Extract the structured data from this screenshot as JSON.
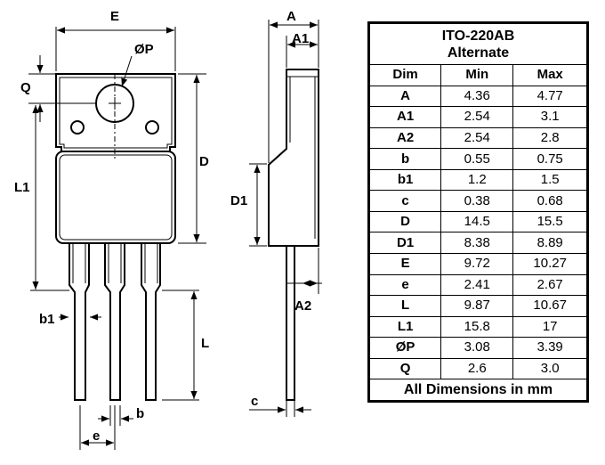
{
  "labels": {
    "E": "E",
    "P": "ØP",
    "Q": "Q",
    "L1": "L1",
    "D": "D",
    "b1": "b1",
    "L": "L",
    "e": "e",
    "b": "b",
    "A": "A",
    "A1": "A1",
    "D1": "D1",
    "A2": "A2",
    "c": "c"
  },
  "table": {
    "title_line1": "ITO-220AB",
    "title_line2": "Alternate",
    "headers": [
      "Dim",
      "Min",
      "Max"
    ],
    "rows": [
      {
        "dim": "A",
        "min": "4.36",
        "max": "4.77"
      },
      {
        "dim": "A1",
        "min": "2.54",
        "max": "3.1"
      },
      {
        "dim": "A2",
        "min": "2.54",
        "max": "2.8"
      },
      {
        "dim": "b",
        "min": "0.55",
        "max": "0.75"
      },
      {
        "dim": "b1",
        "min": "1.2",
        "max": "1.5"
      },
      {
        "dim": "c",
        "min": "0.38",
        "max": "0.68"
      },
      {
        "dim": "D",
        "min": "14.5",
        "max": "15.5"
      },
      {
        "dim": "D1",
        "min": "8.38",
        "max": "8.89"
      },
      {
        "dim": "E",
        "min": "9.72",
        "max": "10.27"
      },
      {
        "dim": "e",
        "min": "2.41",
        "max": "2.67"
      },
      {
        "dim": "L",
        "min": "9.87",
        "max": "10.67"
      },
      {
        "dim": "L1",
        "min": "15.8",
        "max": "17"
      },
      {
        "dim": "ØP",
        "min": "3.08",
        "max": "3.39"
      },
      {
        "dim": "Q",
        "min": "2.6",
        "max": "3.0"
      }
    ],
    "footer": "All Dimensions in mm"
  }
}
